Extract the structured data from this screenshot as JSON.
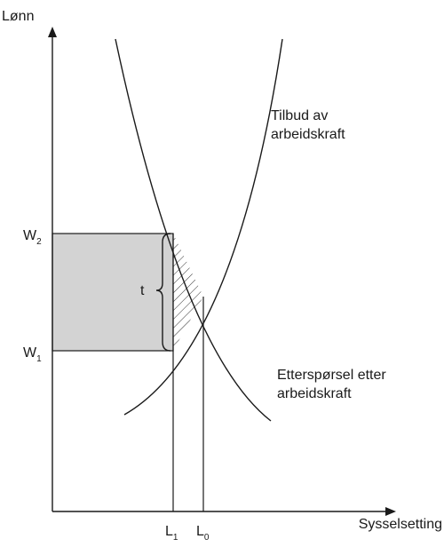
{
  "axes": {
    "y_label": "Lønn",
    "x_label": "Sysselsetting"
  },
  "ticks": {
    "w2": {
      "base": "W",
      "sub": "2"
    },
    "w1": {
      "base": "W",
      "sub": "1"
    },
    "l1": {
      "base": "L",
      "sub": "1"
    },
    "l0": {
      "base": "L",
      "sub": "0"
    }
  },
  "curves": {
    "supply": {
      "line1": "Tilbud av",
      "line2": "arbeidskraft"
    },
    "demand": {
      "line1": "Etterspørsel etter",
      "line2": "arbeidskraft"
    }
  },
  "wedge_label": "t",
  "colors": {
    "shaded_area": "#d3d3d3",
    "line": "#1a1a1a"
  }
}
